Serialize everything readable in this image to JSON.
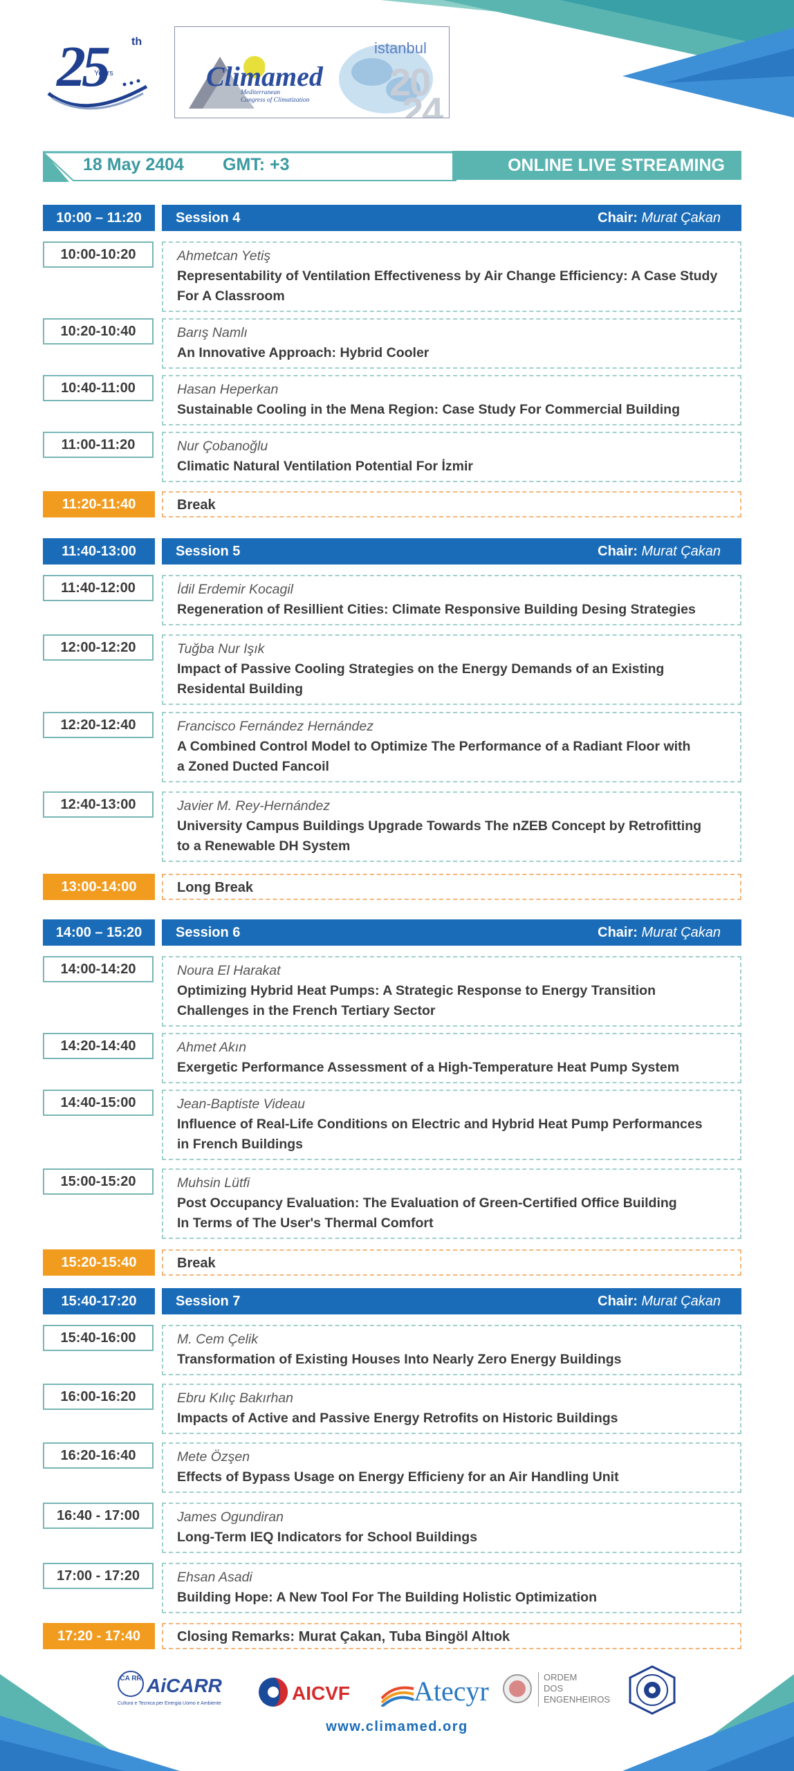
{
  "colors": {
    "blue": "#1a6cb8",
    "teal": "#5ab5b1",
    "orange": "#f29c1f",
    "navy": "#1f3f8f"
  },
  "header": {
    "anniversary_number": "25",
    "anniversary_suffix": "th",
    "anniversary_years": "Years",
    "brand": "Climamed",
    "brand_sub_1": "Mediterranean",
    "brand_sub_2": "Congress of Climatization",
    "city": "istanbul",
    "year_top": "20",
    "year_bottom": "24"
  },
  "datebar": {
    "date": "18 May 2404",
    "gmt": "GMT: +3",
    "mode": "ONLINE LIVE STREAMING"
  },
  "sessions": [
    {
      "time": "10:00 – 11:20",
      "name": "Session 4",
      "chair_label": "Chair:",
      "chair": "Murat Çakan",
      "talks": [
        {
          "time": "10:00-10:20",
          "author": "Ahmetcan Yetiş",
          "title1": "Representability of Ventilation Effectiveness by Air Change Efficiency: A Case Study",
          "title2": "For A Classroom"
        },
        {
          "time": "10:20-10:40",
          "author": "Barış Namlı",
          "title1": "An Innovative Approach: Hybrid Cooler",
          "title2": ""
        },
        {
          "time": "10:40-11:00",
          "author": "Hasan Heperkan",
          "title1": "Sustainable Cooling in the Mena Region: Case Study For Commercial Building",
          "title2": ""
        },
        {
          "time": "11:00-11:20",
          "author": "Nur Çobanoğlu",
          "title1": "Climatic Natural Ventilation Potential For İzmir",
          "title2": ""
        }
      ],
      "break": {
        "time": "11:20-11:40",
        "label": "Break"
      }
    },
    {
      "time": "11:40-13:00",
      "name": "Session 5",
      "chair_label": "Chair:",
      "chair": "Murat Çakan",
      "talks": [
        {
          "time": "11:40-12:00",
          "author": "İdil Erdemir Kocagil",
          "title1": "Regeneration of Resillient Cities: Climate Responsive Building Desing Strategies",
          "title2": ""
        },
        {
          "time": "12:00-12:20",
          "author": "Tuğba Nur Işık",
          "title1": "Impact of Passive Cooling Strategies on the Energy Demands of an Existing",
          "title2": "Residental Building"
        },
        {
          "time": "12:20-12:40",
          "author": "Francisco Fernández Hernández",
          "title1": "A Combined Control Model to Optimize The Performance of a Radiant Floor with",
          "title2": "a Zoned Ducted Fancoil"
        },
        {
          "time": "12:40-13:00",
          "author": "Javier M. Rey-Hernández",
          "title1": "University Campus Buildings Upgrade Towards The nZEB Concept by Retrofitting",
          "title2": "to a Renewable DH System"
        }
      ],
      "break": {
        "time": "13:00-14:00",
        "label": "Long Break"
      }
    },
    {
      "time": "14:00 – 15:20",
      "name": "Session 6",
      "chair_label": "Chair:",
      "chair": "Murat Çakan",
      "talks": [
        {
          "time": "14:00-14:20",
          "author": "Noura El Harakat",
          "title1": "Optimizing Hybrid Heat Pumps: A Strategic Response to Energy Transition",
          "title2": "Challenges in the French Tertiary Sector"
        },
        {
          "time": "14:20-14:40",
          "author": "Ahmet Akın",
          "title1": "Exergetic Performance Assessment of  a High-Temperature Heat Pump System",
          "title2": ""
        },
        {
          "time": "14:40-15:00",
          "author": "Jean-Baptiste Videau",
          "title1": "Influence of Real-Life Conditions on Electric and Hybrid Heat Pump Performances",
          "title2": "in French Buildings"
        },
        {
          "time": "15:00-15:20",
          "author": "Muhsin Lütfi",
          "title1": "Post Occupancy Evaluation: The Evaluation of Green-Certified Office Building",
          "title2": "In Terms of The User's Thermal Comfort"
        }
      ],
      "break": {
        "time": "15:20-15:40",
        "label": "Break"
      }
    },
    {
      "time": "15:40-17:20",
      "name": "Session 7",
      "chair_label": "Chair:",
      "chair": "Murat Çakan",
      "talks": [
        {
          "time": "15:40-16:00",
          "author": "M. Cem Çelik",
          "title1": "Transformation of Existing Houses Into Nearly Zero Energy Buildings",
          "title2": ""
        },
        {
          "time": "16:00-16:20",
          "author": "Ebru Kılıç Bakırhan",
          "title1": "Impacts of Active and Passive Energy Retrofits on Historic Buildings",
          "title2": ""
        },
        {
          "time": "16:20-16:40",
          "author": "Mete Özşen",
          "title1": "Effects of Bypass Usage on Energy Efficieny for an Air Handling Unit",
          "title2": ""
        },
        {
          "time": "16:40 - 17:00",
          "author": "James Ogundiran",
          "title1": "Long-Term IEQ Indicators for School Buildings",
          "title2": ""
        },
        {
          "time": "17:00 - 17:20",
          "author": "Ehsan Asadi",
          "title1": "Building Hope: A New Tool For The Building Holistic Optimization",
          "title2": ""
        }
      ],
      "break": {
        "time": "17:20 - 17:40",
        "label": "Closing Remarks: Murat Çakan, Tuba Bingöl Altıok"
      }
    }
  ],
  "footer": {
    "logo1_mark": "CA RR",
    "logo1_name": "AiCARR",
    "logo1_tagline": "Cultura e Tecnica per Energia Uomo e Ambiente",
    "logo2_name": "AICVF",
    "logo3_name": "Atecyr",
    "logo4_line1": "ORDEM",
    "logo4_line2": "DOS",
    "logo4_line3": "ENGENHEIROS",
    "website": "www.climamed.org"
  }
}
